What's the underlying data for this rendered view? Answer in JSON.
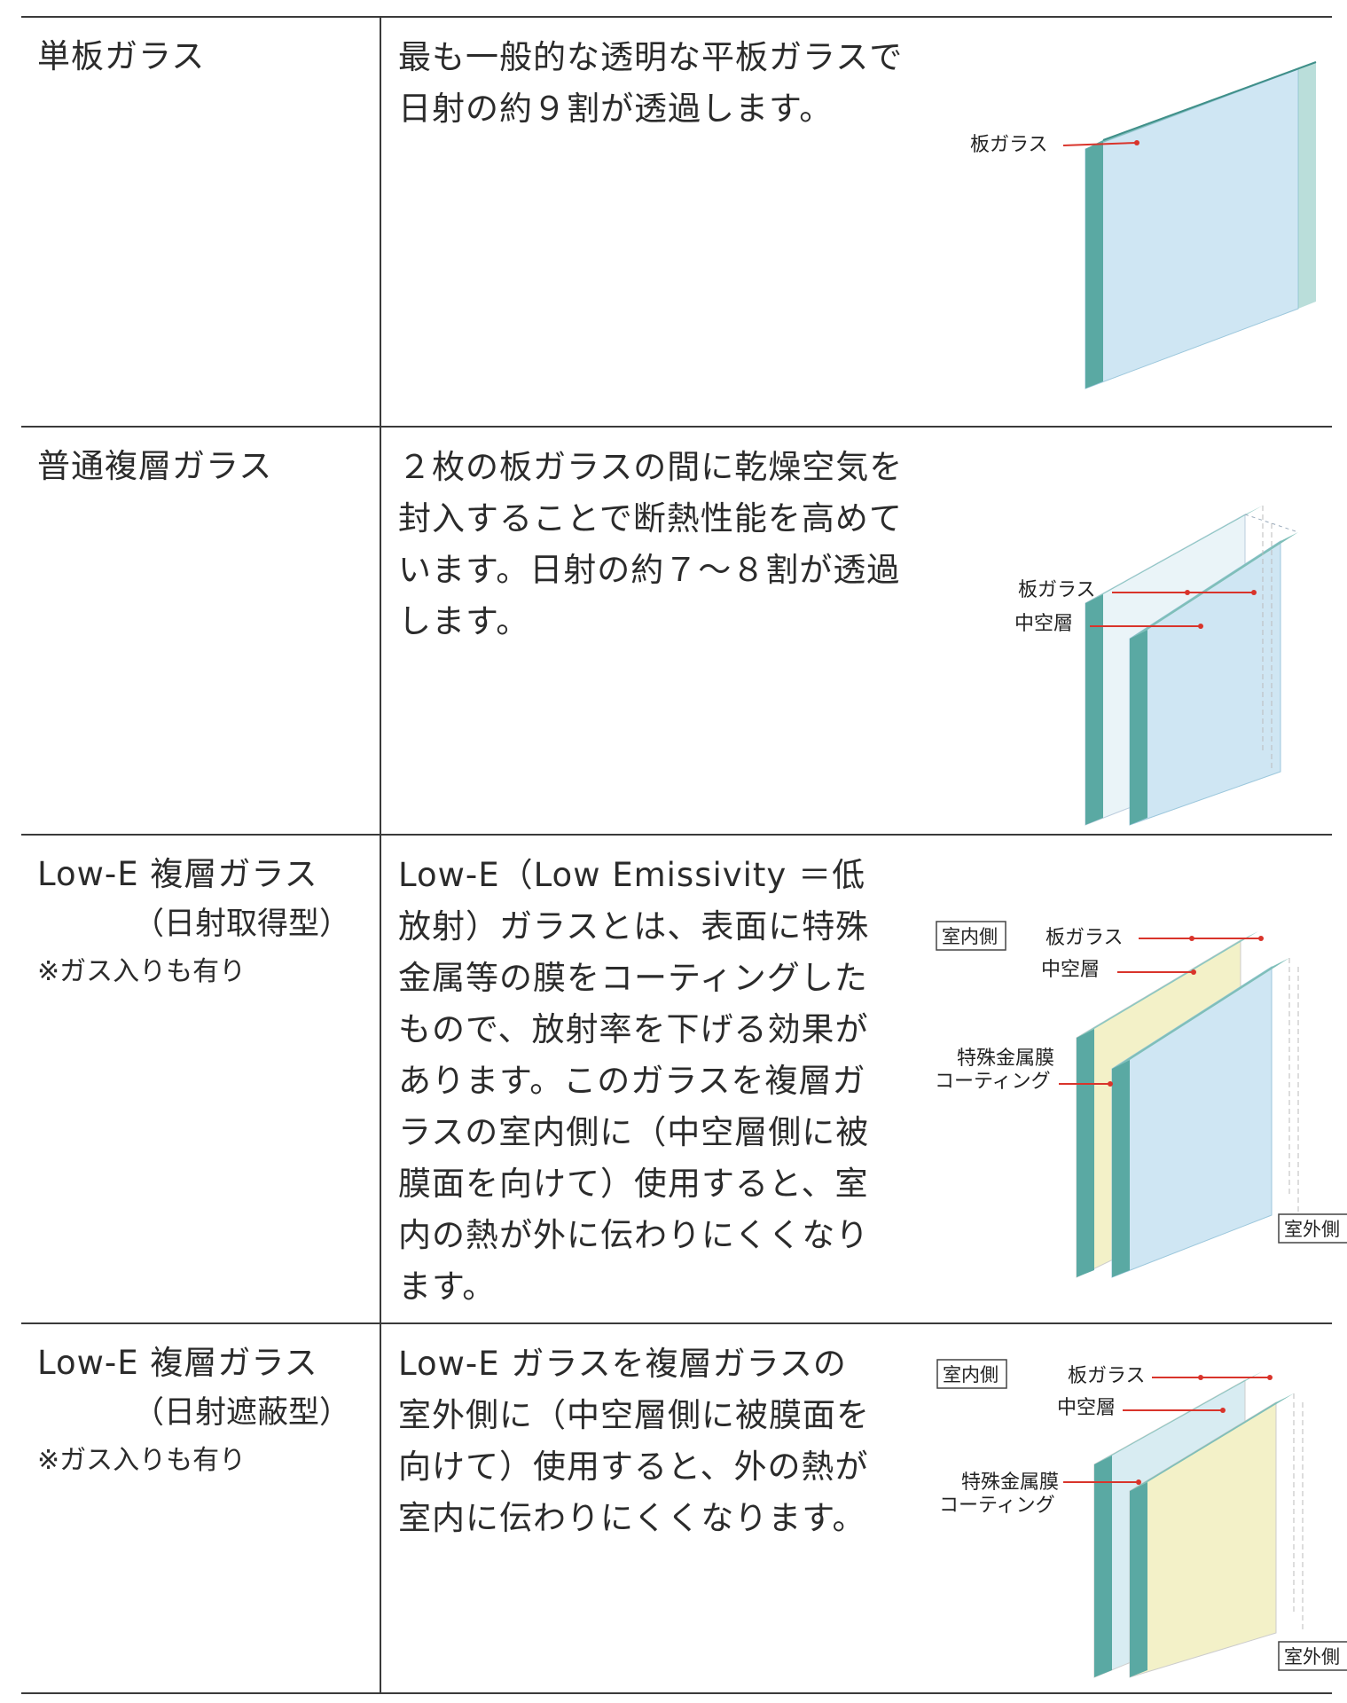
{
  "rows": [
    {
      "name": "単板ガラス",
      "desc": [
        "最も一般的な透明な平板ガラスで",
        "日射の約９割が透過します。"
      ],
      "labels": {
        "glass": "板ガラス"
      }
    },
    {
      "name": "普通複層ガラス",
      "desc": [
        "２枚の板ガラスの間に乾燥空気を",
        "封入することで断熱性能を高めて",
        "います。日射の約７～８割が透過",
        "します。"
      ],
      "labels": {
        "glass": "板ガラス",
        "air": "中空層"
      }
    },
    {
      "name": "Low-E 複層ガラス",
      "subtitle": "（日射取得型）",
      "note": "※ガス入りも有り",
      "desc": [
        "Low-E（Low Emissivity ＝低",
        "放射）ガラスとは、表面に特殊",
        "金属等の膜をコーティングした",
        "もので、放射率を下げる効果が",
        "あります。このガラスを複層ガ",
        "ラスの室内側に（中空層側に被",
        "膜面を向けて）使用すると、室",
        "内の熱が外に伝わりにくくなり",
        "ます。"
      ],
      "labels": {
        "indoor": "室内側",
        "glass": "板ガラス",
        "air": "中空層",
        "coating1": "特殊金属膜",
        "coating2": "コーティング",
        "outdoor": "室外側"
      }
    },
    {
      "name": "Low-E 複層ガラス",
      "subtitle": "（日射遮蔽型）",
      "note": "※ガス入りも有り",
      "desc": [
        "Low-E ガラスを複層ガラスの",
        "室外側に（中空層側に被膜面を",
        "向けて）使用すると、外の熱が",
        "室内に伝わりにくくなります。"
      ],
      "labels": {
        "indoor": "室内側",
        "glass": "板ガラス",
        "air": "中空層",
        "coating1": "特殊金属膜",
        "coating2": "コーティング",
        "outdoor": "室外側"
      }
    }
  ],
  "colors": {
    "glass_edge": "#5aa9a3",
    "glass_face": "#cfe6f3",
    "coating": "#f1f0c4",
    "leader": "#d9342b"
  }
}
